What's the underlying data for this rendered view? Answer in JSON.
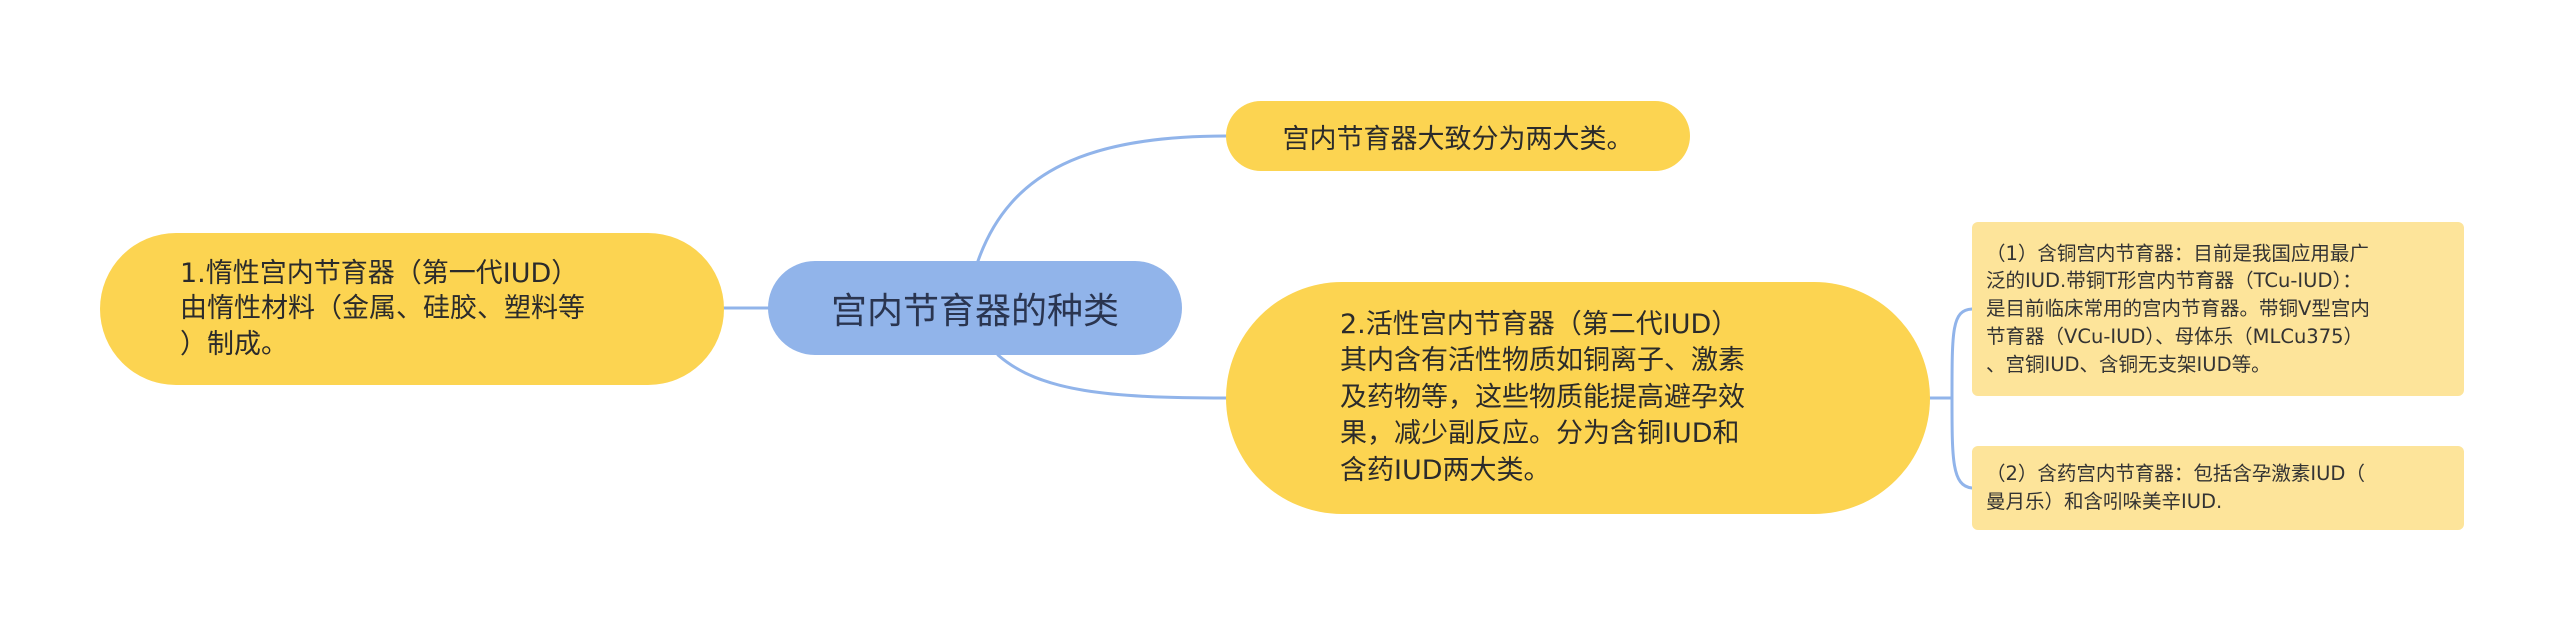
{
  "mindmap": {
    "root": {
      "label": "宫内节育器的种类"
    },
    "branches": {
      "overview": {
        "label": "宫内节育器大致分为两大类。"
      },
      "inert": {
        "label": "1.惰性宫内节育器（第一代IUD）\n由惰性材料（金属、硅胶、塑料等\n）制成。"
      },
      "active": {
        "label": "2.活性宫内节育器（第二代IUD）\n其内含有活性物质如铜离子、激素\n及药物等，这些物质能提高避孕效\n果，减少副反应。分为含铜IUD和\n含药IUD两大类。",
        "children": [
          {
            "label": "（1）含铜宫内节育器：目前是我国应用最广\n泛的IUD.带铜T形宫内节育器（TCu-IUD）：\n是目前临床常用的宫内节育器。带铜V型宫内\n节育器（VCu-IUD）、母体乐（MLCu375）\n、宫铜IUD、含铜无支架IUD等。"
          },
          {
            "label": "（2）含药宫内节育器：包括含孕激素IUD（\n曼月乐）和含吲哚美辛IUD."
          }
        ]
      }
    }
  },
  "colors": {
    "root_fill": "#91b4ea",
    "branch_fill": "#fcd451",
    "leaf_fill": "#fde49a",
    "connector": "#91b4ea"
  }
}
